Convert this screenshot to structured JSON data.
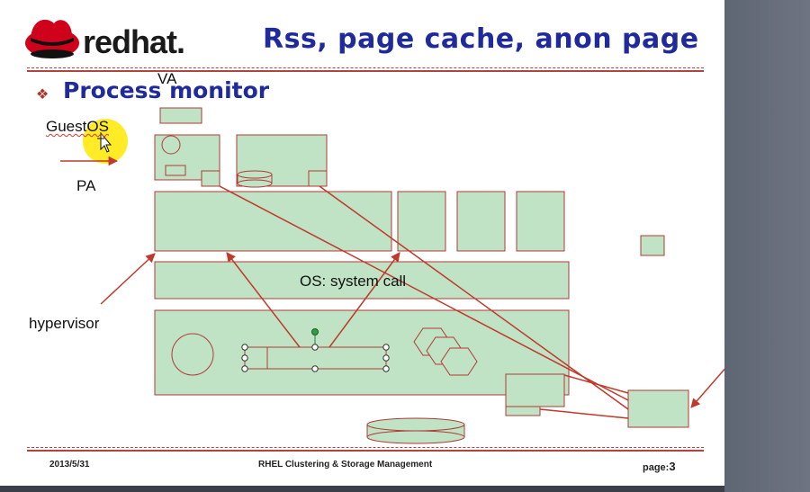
{
  "brand": {
    "wordmark": "redhat."
  },
  "slide": {
    "title": "Rss, page cache, anon page",
    "heading": "Process monitor",
    "bullet_glyph": "❖"
  },
  "labels": {
    "va": "VA",
    "guest_os": "GuestOS",
    "pa": "PA",
    "hypervisor": "hypervisor",
    "os_system_call": "OS: system call"
  },
  "footer": {
    "date": "2013/5/31",
    "center": "RHEL Clustering & Storage Management",
    "page_label": "page:",
    "page_number": "3"
  },
  "colors": {
    "box_fill": "#bfe3c4",
    "box_stroke": "#b23a36",
    "arrow": "#c0392b",
    "title_blue": "#1f2a9c",
    "highlight": "#ffe800",
    "hat_red": "#d0021b"
  },
  "icons": {
    "cursor": "move-cursor-icon",
    "bullet": "diamond-bullet-icon"
  }
}
